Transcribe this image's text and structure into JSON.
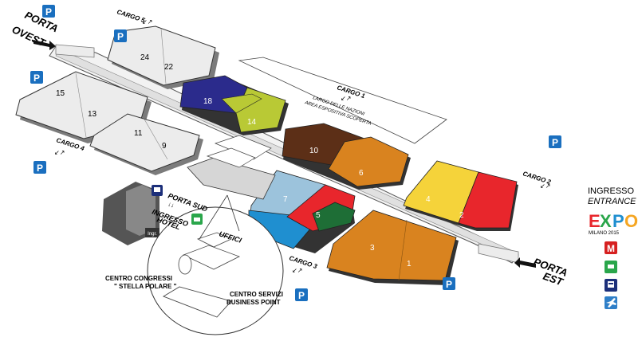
{
  "gates": {
    "west": [
      "PORTA",
      "OVEST"
    ],
    "east": [
      "PORTA",
      "EST"
    ],
    "south": [
      "PORTA SUD"
    ]
  },
  "cargo": {
    "c1": "CARGO 1",
    "c2": "CARGO 2",
    "c3": "CARGO 3",
    "c4": "CARGO 4",
    "c5": "CARGO 5"
  },
  "area_labels": {
    "largo_line1": "LARGO DELLE NAZIONI",
    "largo_line2": "AREA ESPOSITIVA SCOPERTA",
    "uffici": "UFFICI",
    "centro_congressi_1": "CENTRO CONGRESSI",
    "centro_congressi_2": "\" STELLA POLARE \"",
    "centro_servizi_1": "CENTRO SERVIZI",
    "centro_servizi_2": "BUSINESS POINT",
    "ingresso": "INGRESSO",
    "hotel": "HOTEL",
    "ingresso_hotel_badge": "Ingr."
  },
  "pavilions": {
    "p1": "1",
    "p2": "2",
    "p3": "3",
    "p4": "4",
    "p5": "5",
    "p6": "6",
    "p7": "7",
    "p9": "9",
    "p10": "10",
    "p11": "11",
    "p13": "13",
    "p14": "14",
    "p15": "15",
    "p18": "18",
    "p22": "22",
    "p24": "24"
  },
  "parking_label": "P",
  "legend": {
    "line1": "INGRESSO",
    "line2": "ENTRANCE",
    "expo_E": "E",
    "expo_X": "X",
    "expo_P": "P",
    "expo_O": "O",
    "expo_sub": "MILANO 2015",
    "metro": "M",
    "icons": [
      "metro-icon",
      "taxi-icon",
      "bus-icon",
      "airplane-icon"
    ]
  },
  "colors": {
    "red": "#e8262c",
    "yellow": "#f5d33a",
    "orange": "#d9831f",
    "brown": "#5c2f17",
    "navy": "#2b2b8c",
    "lime": "#b9c935",
    "lightblue": "#9cc3dc",
    "blue": "#1f8fd0",
    "green": "#1e6e36",
    "parking": "#1a6fbf",
    "metro": "#d62020",
    "taxi": "#2aa64b",
    "bus": "#1c2f7a",
    "plane": "#2f7fc8",
    "grey": "#e6e6e6"
  }
}
